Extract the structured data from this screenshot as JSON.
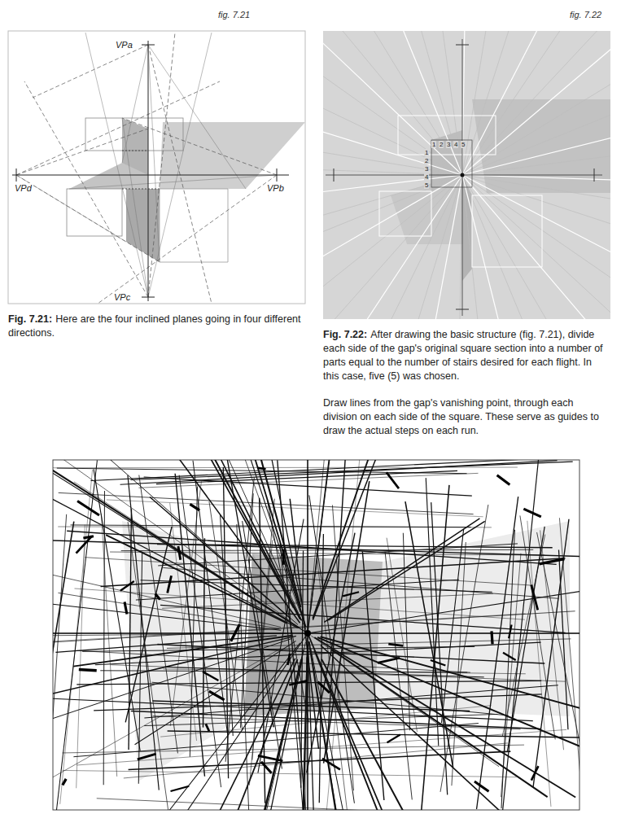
{
  "diagram": {
    "labels": [
      "fig. 7.21",
      "fig. 7.22",
      "VPa",
      "VPd",
      "VPb",
      "VPc",
      "1",
      "2",
      "3",
      "4",
      "5",
      "1",
      "2",
      "3",
      "4",
      "5",
      "Fig. 7.21:",
      "Here are the four inclined planes going in four different directions.",
      "Fig. 7.22:",
      "After drawing the basic structure (fig. 7.21), divide each side of the gap's original square section into a number of parts equal to the number of stairs desired for each flight. In this case, five (5) was chosen.",
      "Draw lines from the gap's vanishing point, through each division on each side of the square. These serve as guides to draw the actual steps on each run."
    ]
  }
}
